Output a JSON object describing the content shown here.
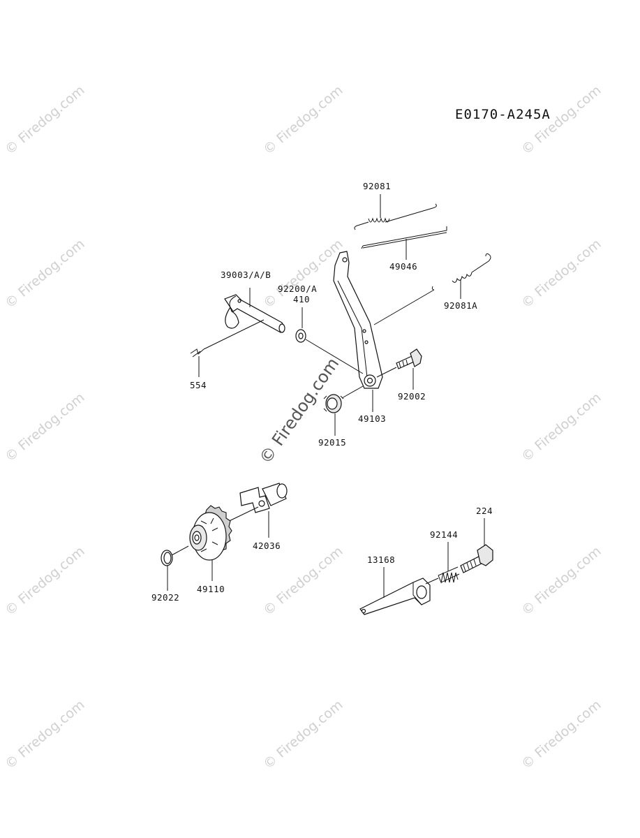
{
  "diagram": {
    "code": "E0170-A245A",
    "watermark": "© Firedog.com",
    "parts": {
      "p92081": "92081",
      "p49046": "49046",
      "p92081A": "92081A",
      "p39003": "39003/A/B",
      "p92200A": "92200/A",
      "p410": "410",
      "p554": "554",
      "p92002": "92002",
      "p49103": "49103",
      "p92015": "92015",
      "p42036": "42036",
      "p49110": "49110",
      "p92022": "92022",
      "p224": "224",
      "p92144": "92144",
      "p13168": "13168"
    }
  }
}
